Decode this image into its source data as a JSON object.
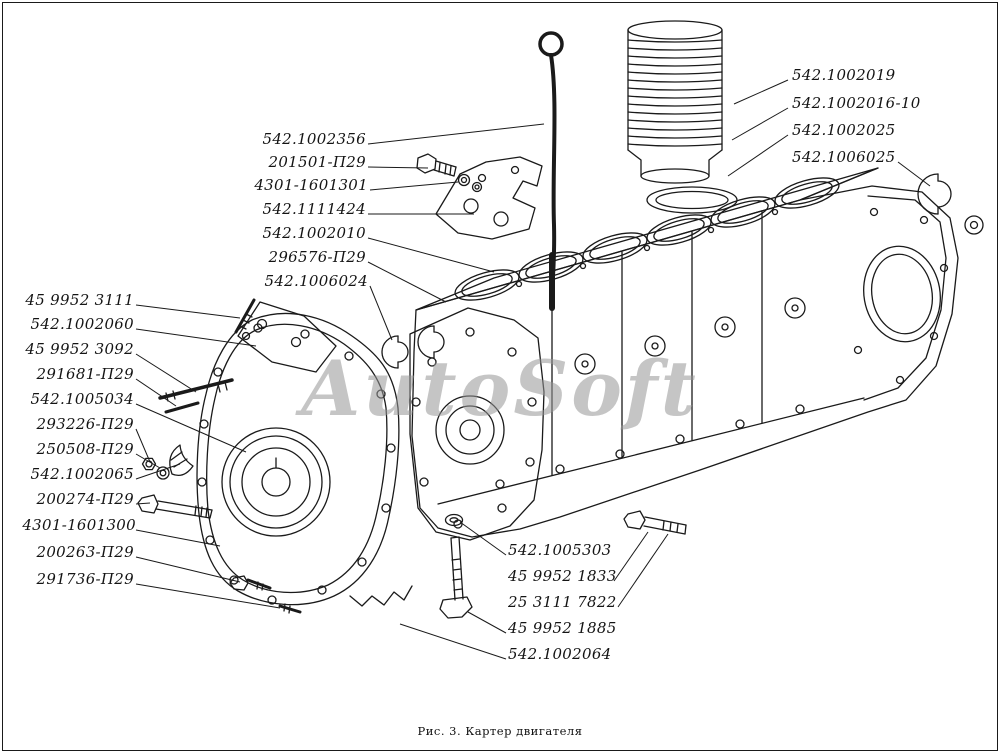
{
  "page": {
    "caption": "Рис. 3. Картер двигателя",
    "watermark": "AutoSoft",
    "background_color": "#ffffff",
    "ink_color": "#1a1a1a",
    "watermark_color": "#969696"
  },
  "labels": [
    "542.1002356",
    "201501-П29",
    "4301-1601301",
    "542.1111424",
    "542.1002010",
    "296576-П29",
    "542.1006024",
    "45 9952 3111",
    "542.1002060",
    "45 9952 3092",
    "291681-П29",
    "542.1005034",
    "293226-П29",
    "250508-П29",
    "542.1002065",
    "200274-П29",
    "4301-1601300",
    "200263-П29",
    "291736-П29",
    "542.1002019",
    "542.1002016-10",
    "542.1002025",
    "542.1006025",
    "542.1005303",
    "45 9952 1833",
    "25 3111 7822",
    "45 9952 1885",
    "542.1002064"
  ]
}
